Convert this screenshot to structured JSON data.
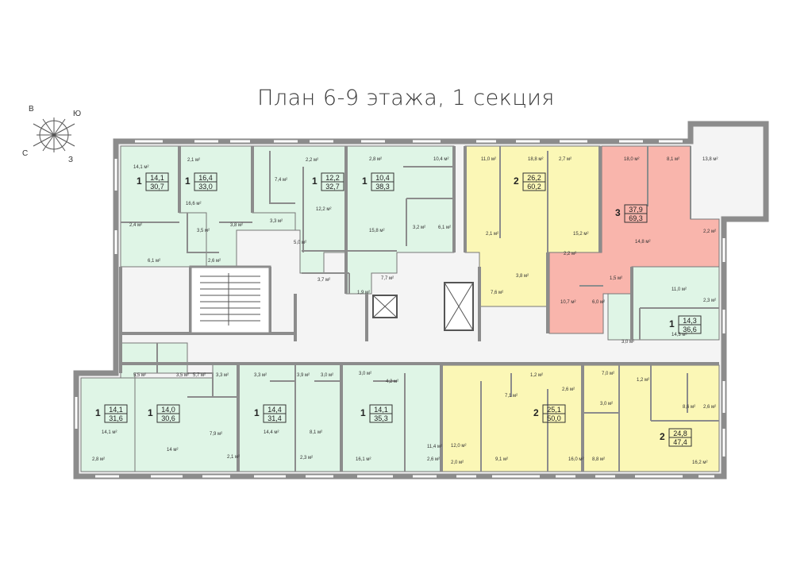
{
  "title": "План 6-9 этажа, 1 секция",
  "compass": {
    "n": "В",
    "e": "Ю",
    "s": "З",
    "w": "С"
  },
  "colors": {
    "one_room": "#dff5e6",
    "two_room": "#fbf7b6",
    "three_room": "#f9b5ac",
    "walls": "#8c8c8c",
    "common": "#f4f4f4"
  },
  "apartments": [
    {
      "id": "a1",
      "rooms": "1",
      "living": "14,1",
      "total": "30,7"
    },
    {
      "id": "a2",
      "rooms": "1",
      "living": "16,4",
      "total": "33,0"
    },
    {
      "id": "a3",
      "rooms": "1",
      "living": "12,2",
      "total": "32,7"
    },
    {
      "id": "a4",
      "rooms": "1",
      "living": "10,4",
      "total": "38,3"
    },
    {
      "id": "a5",
      "rooms": "2",
      "living": "26,2",
      "total": "60,2"
    },
    {
      "id": "a6",
      "rooms": "3",
      "living": "37,9",
      "total": "69,3"
    },
    {
      "id": "a7",
      "rooms": "1",
      "living": "14,3",
      "total": "36,6"
    },
    {
      "id": "a8",
      "rooms": "1",
      "living": "14,1",
      "total": "31,6"
    },
    {
      "id": "a9",
      "rooms": "1",
      "living": "14,0",
      "total": "30,6"
    },
    {
      "id": "a10",
      "rooms": "1",
      "living": "14,4",
      "total": "31,4"
    },
    {
      "id": "a11",
      "rooms": "1",
      "living": "14,1",
      "total": "35,3"
    },
    {
      "id": "a12",
      "rooms": "2",
      "living": "25,1",
      "total": "50,0"
    },
    {
      "id": "a13",
      "rooms": "2",
      "living": "24,8",
      "total": "47,4"
    }
  ],
  "room_areas": [
    "14,1 м²",
    "2,1 м²",
    "16,6 м²",
    "7,4 м²",
    "2,2 м²",
    "2,8 м²",
    "10,4 м²",
    "11,0 м²",
    "18,8 м²",
    "2,7 м²",
    "18,0 м²",
    "8,1 м²",
    "13,8 м²",
    "2,4 м²",
    "3,5 м²",
    "3,8 м²",
    "3,3 м²",
    "12,2 м²",
    "15,8 м²",
    "3,2 м²",
    "6,1 м²",
    "2,1 м²",
    "15,2 м²",
    "14,8 м²",
    "2,2 м²",
    "6,1 м²",
    "2,6 м²",
    "5,0 м²",
    "2,2 м²",
    "3,7 м²",
    "7,7 м²",
    "1,9 м²",
    "7,6 м²",
    "3,8 м²",
    "10,7 м²",
    "1,5 м²",
    "11,0 м²",
    "6,0 м²",
    "2,3 м²",
    "14,3 м²",
    "3,0 м²",
    "5,5 м²",
    "3,5 м²",
    "5,7 м²",
    "3,3 м²",
    "3,3 м²",
    "3,9 м²",
    "3,0 м²",
    "3,0 м²",
    "4,2 м²",
    "1,2 м²",
    "7,0 м²",
    "2,6 м²",
    "7,1 м²",
    "1,2 м²",
    "3,0 м²",
    "8,6 м²",
    "2,6 м²",
    "14,1 м²",
    "7,9 м²",
    "14,4 м²",
    "8,1 м²",
    "11,4 м²",
    "12,0 м²",
    "14 м²",
    "2,8 м²",
    "2,1 м²",
    "2,3 м²",
    "16,1 м²",
    "2,6 м²",
    "2,0 м²",
    "9,1 м²",
    "16,0 м²",
    "8,8 м²",
    "16,2 м²"
  ]
}
